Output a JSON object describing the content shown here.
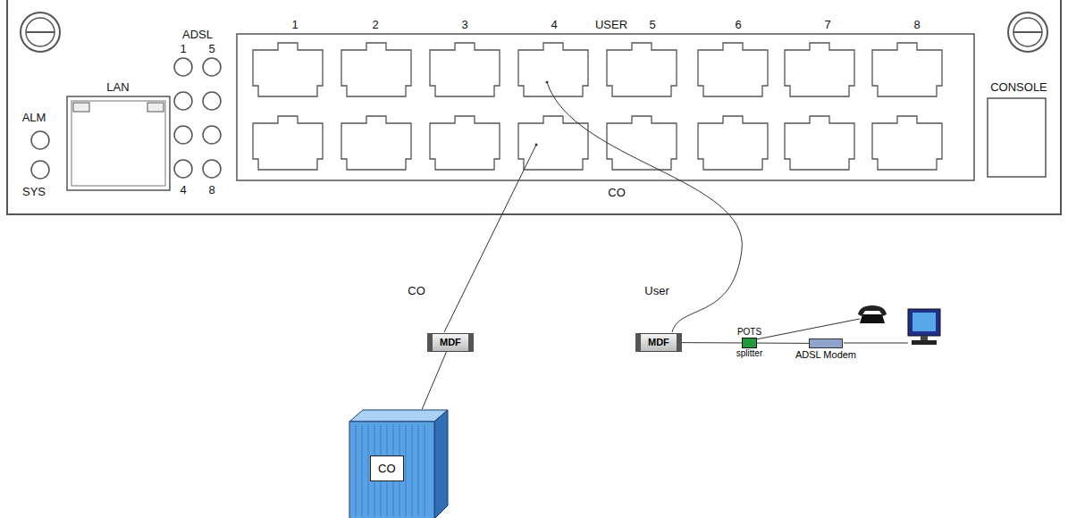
{
  "diagram": {
    "nodes": [
      {
        "text": [
          "MDF"
        ]
      },
      {
        "text": [
          "MDF"
        ]
      },
      {
        "text": [
          "POTS",
          "splitter"
        ]
      },
      {
        "text": [
          "ADSL Modem"
        ]
      },
      {
        "text": [
          "CO"
        ]
      }
    ],
    "edges": [
      {
        "from": 0,
        "to": 4,
        "arrow": "none"
      },
      {
        "from": 1,
        "to": 2,
        "arrow": "none"
      },
      {
        "from": 2,
        "to": 3,
        "arrow": "none"
      }
    ],
    "labels": [
      "1",
      "2",
      "3",
      "4",
      "USER",
      "5",
      "6",
      "7",
      "8",
      "ADSL",
      "1",
      "5",
      "4",
      "8",
      "LAN",
      "ALM",
      "SYS",
      "CONSOLE",
      "CO",
      "CO",
      "User"
    ]
  }
}
